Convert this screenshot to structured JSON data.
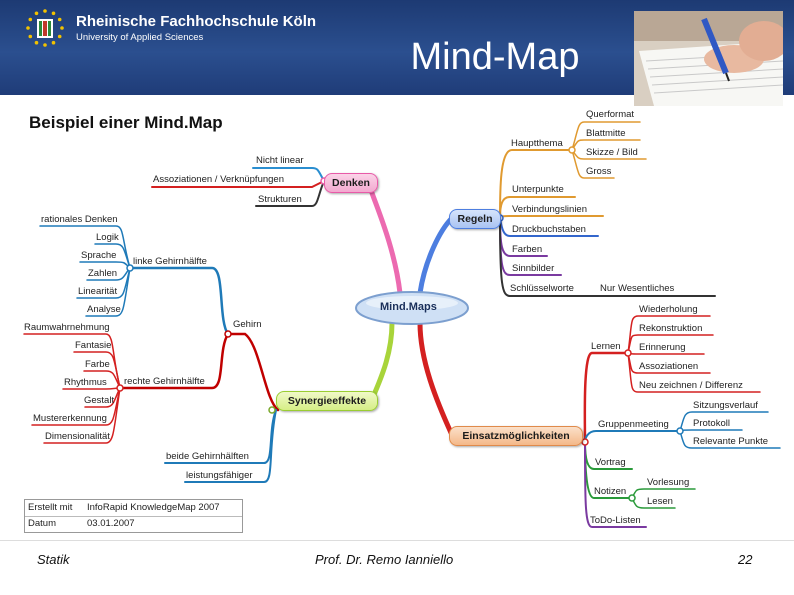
{
  "header": {
    "university_name": "Rheinische Fachhochschule Köln",
    "university_subtitle": "University of Applied Sciences",
    "slide_title": "Mind-Map"
  },
  "map": {
    "title": "Beispiel einer Mind.Map",
    "center": "Mind.Maps",
    "denken": {
      "label": "Denken",
      "items": [
        "Nicht linear",
        "Assoziationen / Verknüpfungen",
        "Strukturen"
      ]
    },
    "regeln": {
      "label": "Regeln",
      "hauptthema": "Hauptthema",
      "hauptthema_items": [
        "Querformat",
        "Blattmitte",
        "Skizze / Bild",
        "Gross"
      ],
      "items": [
        "Unterpunkte",
        "Verbindungslinien",
        "Druckbuchstaben",
        "Farben",
        "Sinnbilder"
      ],
      "schluessel": "Schlüsselworte",
      "nur_wesentliches": "Nur Wesentliches"
    },
    "synergie": {
      "label": "Synergieeffekte",
      "gehirn": "Gehirn",
      "linke": "linke Gehirnhälfte",
      "linke_items": [
        "rationales Denken",
        "Logik",
        "Sprache",
        "Zahlen",
        "Linearität",
        "Analyse"
      ],
      "rechte": "rechte Gehirnhälfte",
      "rechte_items": [
        "Raumwahrnehmung",
        "Fantasie",
        "Farbe",
        "Rhythmus",
        "Gestalt",
        "Mustererkennung",
        "Dimensionalität"
      ],
      "items": [
        "beide Gehirnhälften",
        "leistungsfähiger"
      ]
    },
    "einsatz": {
      "label": "Einsatzmöglichkeiten",
      "lernen": "Lernen",
      "lernen_items": [
        "Wiederholung",
        "Rekonstruktion",
        "Erinnerung",
        "Assoziationen",
        "Neu zeichnen / Differenz"
      ],
      "gruppen": "Gruppenmeeting",
      "gruppen_items": [
        "Sitzungsverlauf",
        "Protokoll",
        "Relevante Punkte"
      ],
      "vortrag": "Vortrag",
      "notizen": "Notizen",
      "notizen_items": [
        "Vorlesung",
        "Lesen"
      ],
      "todo": "ToDo-Listen"
    },
    "info": {
      "erstellt_key": "Erstellt mit",
      "erstellt_value": "InfoRapid KnowledgeMap 2007",
      "datum_key": "Datum",
      "datum_value": "03.01.2007"
    }
  },
  "footer": {
    "left": "Statik",
    "center": "Prof. Dr. Remo Ianniello",
    "page": "22"
  },
  "colors": {
    "header_blue": "#1f3c78",
    "denken_pink": "#e85aa8",
    "regeln_blue": "#3366cc",
    "synergie_green": "#9acd32",
    "einsatz_red": "#d42020",
    "gehirn_red": "#c00000",
    "linke_blue": "#1f7ab8"
  }
}
